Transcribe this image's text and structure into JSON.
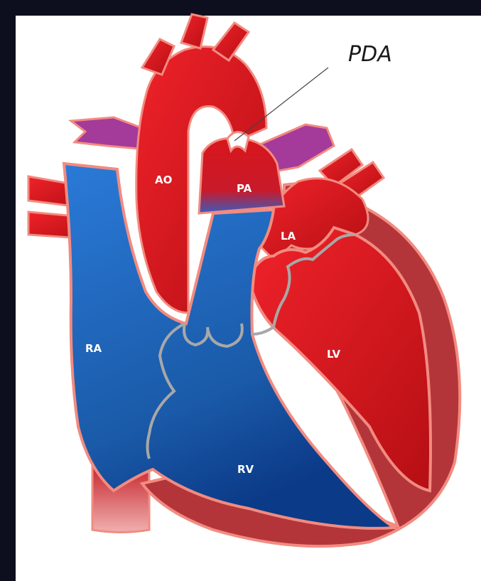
{
  "diagram": {
    "labels": {
      "pda": "PDA",
      "ao": "AO",
      "pa": "PA",
      "la": "LA",
      "lv": "LV",
      "ra": "RA",
      "rv": "RV"
    },
    "colors": {
      "background": "#ffffff",
      "border": "#0d0f1e",
      "oxygenated": "#d8161c",
      "deoxygenated": "#1d5fb0",
      "mixed": "#a43a9a",
      "wall": "#b3353a",
      "outline": "#f28b80",
      "valve": "#a8a8a8"
    }
  }
}
